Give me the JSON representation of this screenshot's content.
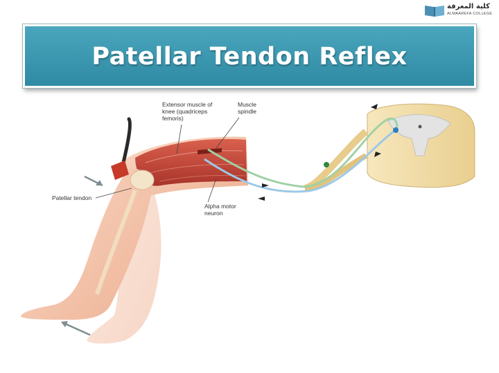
{
  "logo": {
    "arabic_text": "كلية المعرفة",
    "english_text": "ALMAAREFA COLLEGE"
  },
  "title": "Patellar Tendon Reflex",
  "labels": {
    "extensor_line1": "Extensor muscle of",
    "extensor_line2": "knee (quadriceps",
    "extensor_line3": "femoris)",
    "spindle_line1": "Muscle",
    "spindle_line2": "spindle",
    "patellar_tendon": "Patellar tendon",
    "alpha_line1": "Alpha motor",
    "alpha_line2": "neuron"
  },
  "colors": {
    "banner": "#3a98b1",
    "muscle": "#c8493a",
    "skin": "#f5c7ae",
    "sensory_neuron": "#9fd1a4",
    "motor_neuron": "#9cc9e6",
    "spinal_cord": "#f2deab"
  }
}
